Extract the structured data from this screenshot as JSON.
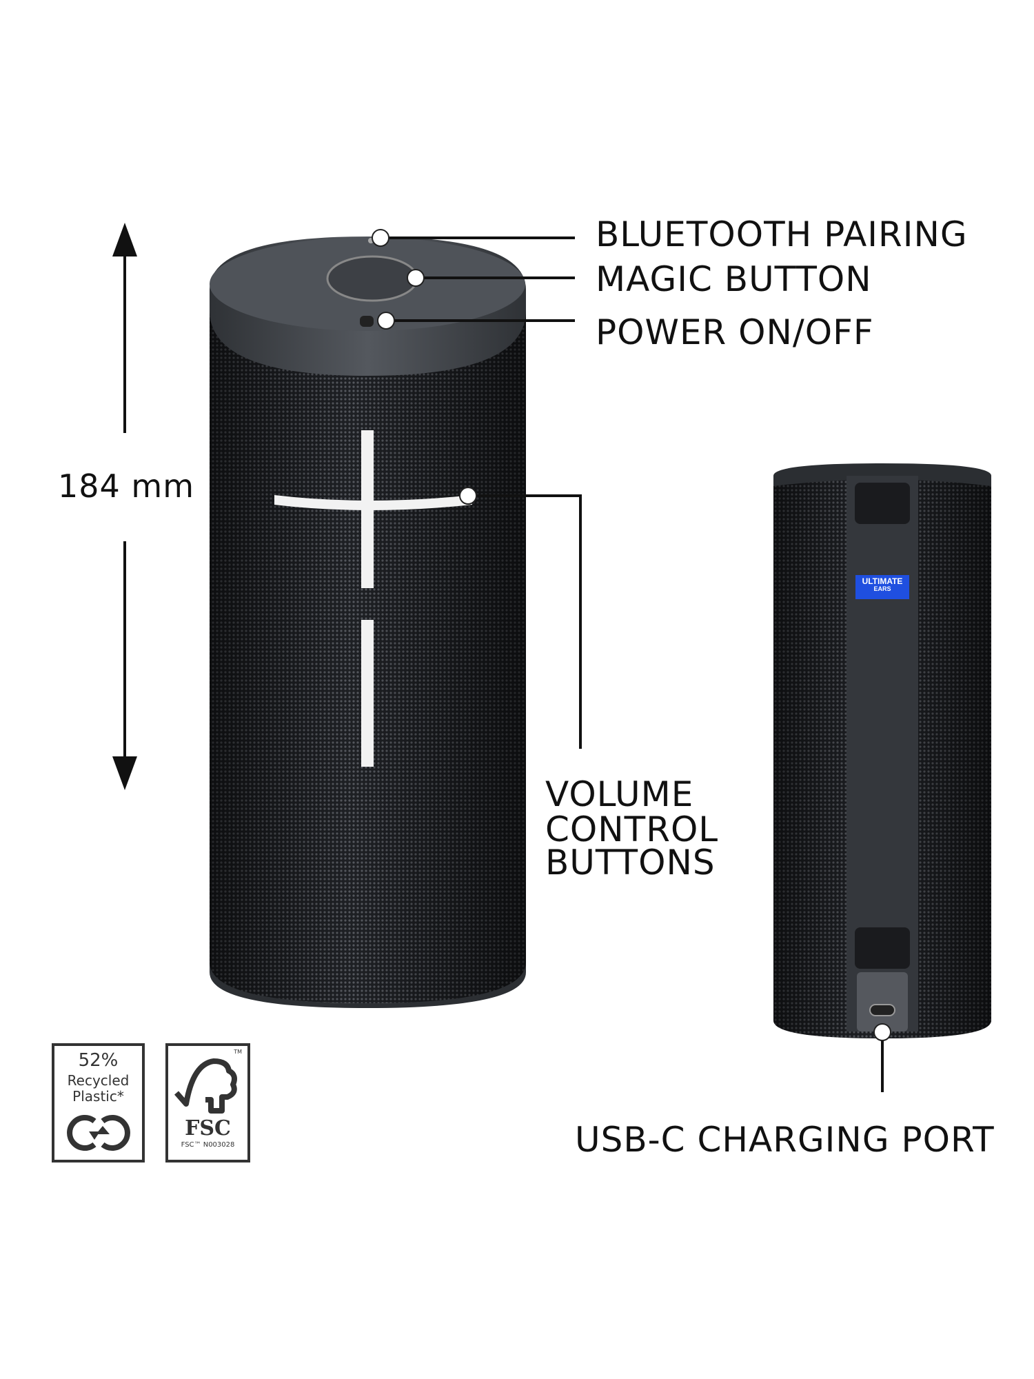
{
  "dimension": {
    "height_label": "184 mm"
  },
  "callouts": {
    "bluetooth": "BLUETOOTH PAIRING",
    "magic": "MAGIC BUTTON",
    "power": "POWER ON/OFF",
    "volume_lines": [
      "VOLUME",
      "CONTROL",
      "BUTTONS"
    ],
    "usb": "USB-C CHARGING PORT"
  },
  "brand_tag": {
    "line1": "ULTIMATE",
    "line2": "EARS",
    "color": "#1f4fe0"
  },
  "badges": {
    "recycled": {
      "percent": "52%",
      "line1": "Recycled",
      "line2": "Plastic*"
    },
    "fsc": {
      "mark": "FSC",
      "tm": "TM",
      "code": "FSC™ N003028"
    }
  },
  "colors": {
    "speaker_body": "#2a2c30",
    "cap": "#4a4e54",
    "accent_white": "#f2f2f2"
  }
}
